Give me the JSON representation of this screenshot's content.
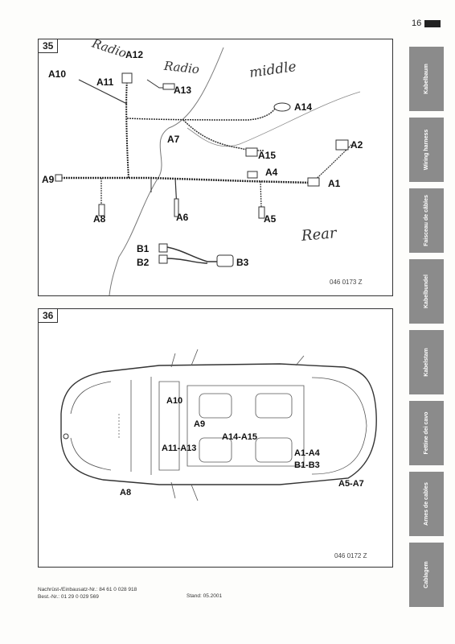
{
  "page": {
    "number": "16"
  },
  "figure1": {
    "number": "35",
    "code": "046 0173 Z",
    "labels": {
      "A1": "A1",
      "A2": "A2",
      "A4": "A4",
      "A5": "A5",
      "A6": "A6",
      "A7": "A7",
      "A8": "A8",
      "A9": "A9",
      "A10": "A10",
      "A11": "A11",
      "A12": "A12",
      "A13": "A13",
      "A14": "A14",
      "A15": "A15",
      "B1": "B1",
      "B2": "B2",
      "B3": "B3"
    },
    "handwriting": {
      "radio1": "Radio",
      "radio2": "Radio",
      "middle": "middle",
      "rear": "Rear"
    }
  },
  "figure2": {
    "number": "36",
    "code": "046 0172 Z",
    "labels": {
      "a10": "A10",
      "a9": "A9",
      "a11_13": "A11-A13",
      "a14_15": "A14-A15",
      "a1_4": "A1-A4",
      "b1_3": "B1-B3",
      "a8": "A8",
      "a5_7": "A5-A7"
    }
  },
  "tabs": [
    "Kabelbaum",
    "Wiring harness",
    "Faisceau de câbles",
    "Kabelbundel",
    "Kabelstam",
    "Fettine dei cavo",
    "Arnes de cables",
    "Cablagem"
  ],
  "footer": {
    "line1": "Nachrüst-/Einbausatz-Nr.: 84 61 0 028 918",
    "line2": "Best.-Nr.: 01 29 0 029 569",
    "stand": "Stand: 05.2001"
  }
}
